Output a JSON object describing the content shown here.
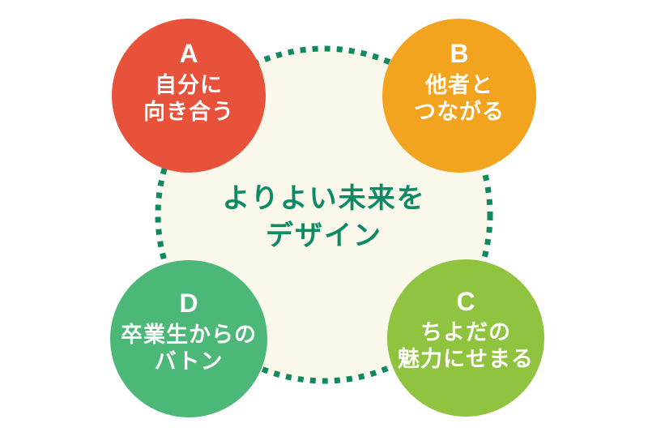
{
  "diagram": {
    "background_color": "#FFFFFF",
    "ring": {
      "style": "dotted-square-dashes",
      "color": "#0F8A5E",
      "inner_fill": "#FAF8EB"
    },
    "center": {
      "line1": "よりよい未来を",
      "line2": "デザイン",
      "text_color": "#0B8A63"
    },
    "circles": [
      {
        "letter": "A",
        "line1": "自分に",
        "line2": "向き合う",
        "color": "#E9523A",
        "text_color": "#FFFFFF",
        "position": "top-left"
      },
      {
        "letter": "B",
        "line1": "他者と",
        "line2": "つながる",
        "color": "#F3A41E",
        "text_color": "#FFFFFF",
        "position": "top-right"
      },
      {
        "letter": "C",
        "line1": "ちよだの",
        "line2": "魅力にせまる",
        "color": "#8FC340",
        "text_color": "#FFFFFF",
        "position": "bottom-right"
      },
      {
        "letter": "D",
        "line1": "卒業生からの",
        "line2": "バトン",
        "color": "#4CB878",
        "text_color": "#FFFFFF",
        "position": "bottom-left"
      }
    ]
  }
}
